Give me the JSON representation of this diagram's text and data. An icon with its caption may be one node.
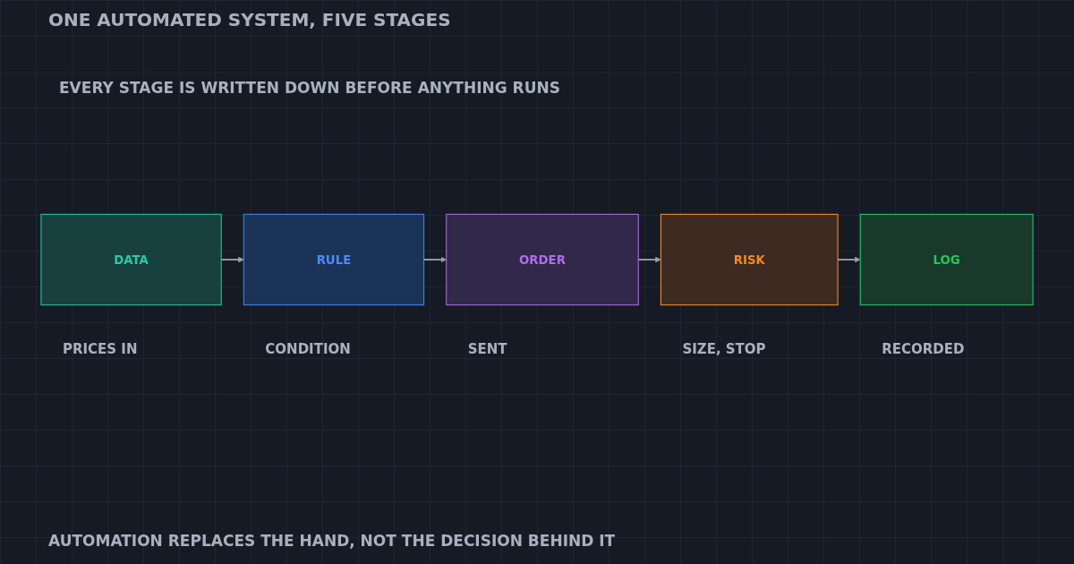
{
  "diagram": {
    "title": "ONE AUTOMATED SYSTEM, FIVE STAGES",
    "caption": "AUTOMATION REPLACES THE HAND, NOT THE DECISION BEHIND IT",
    "nodes": [
      {
        "text": [
          "DATA"
        ],
        "beside": [
          "PRICES IN"
        ]
      },
      {
        "text": [
          "RULE"
        ],
        "beside": [
          "CONDITION"
        ]
      },
      {
        "text": [
          "ORDER"
        ],
        "beside": [
          "SENT"
        ]
      },
      {
        "text": [
          "RISK"
        ],
        "beside": [
          "SIZE, STOP"
        ]
      },
      {
        "text": [
          "LOG"
        ],
        "beside": [
          "RECORDED"
        ]
      }
    ],
    "edges": [
      {
        "from": 0,
        "to": 1,
        "arrow": "to"
      },
      {
        "from": 1,
        "to": 2,
        "arrow": "to"
      },
      {
        "from": 2,
        "to": 3,
        "arrow": "to"
      },
      {
        "from": 3,
        "to": 4,
        "arrow": "to"
      }
    ],
    "labels": [
      "EVERY STAGE IS WRITTEN DOWN BEFORE ANYTHING RUNS"
    ]
  }
}
